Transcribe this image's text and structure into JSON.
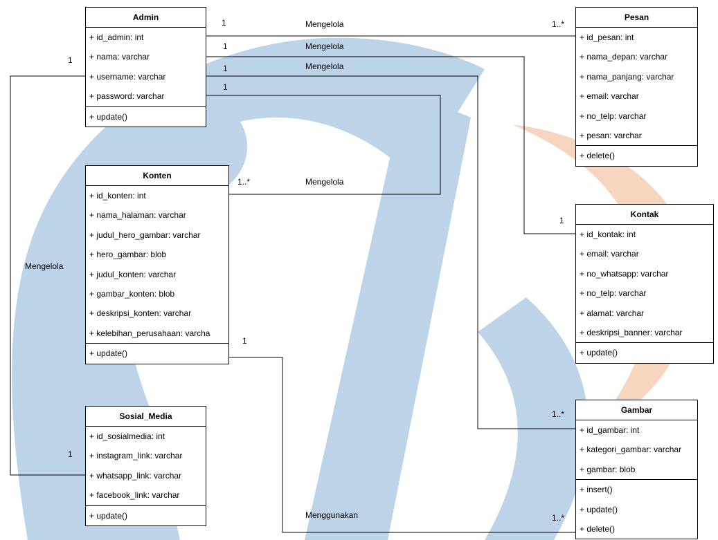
{
  "classes": {
    "admin": {
      "name": "Admin",
      "attributes": [
        "+ id_admin: int",
        "+ nama: varchar",
        "+ username: varchar",
        "+ password: varchar"
      ],
      "methods": [
        "+ update()"
      ]
    },
    "pesan": {
      "name": "Pesan",
      "attributes": [
        "+ id_pesan: int",
        "+ nama_depan: varchar",
        "+ nama_panjang: varchar",
        "+ email: varchar",
        "+ no_telp: varchar",
        "+ pesan: varchar"
      ],
      "methods": [
        "+ delete()"
      ]
    },
    "konten": {
      "name": "Konten",
      "attributes": [
        "+ id_konten: int",
        "+ nama_halaman: varchar",
        "+ judul_hero_gambar: varchar",
        "+ hero_gambar: blob",
        "+ judul_konten: varchar",
        "+ gambar_konten: blob",
        "+ deskripsi_konten: varchar",
        "+ kelebihan_perusahaan: varcha"
      ],
      "methods": [
        "+ update()"
      ]
    },
    "kontak": {
      "name": "Kontak",
      "attributes": [
        "+ id_kontak: int",
        "+ email: varchar",
        "+ no_whatsapp: varchar",
        "+ no_telp: varchar",
        "+ alamat: varchar",
        "+ deskripsi_banner: varchar"
      ],
      "methods": [
        "+ update()"
      ]
    },
    "sosial_media": {
      "name": "Sosial_Media",
      "attributes": [
        "+ id_sosialmedia: int",
        "+ instagram_link: varchar",
        "+ whatsapp_link: varchar",
        "+ facebook_link: varchar"
      ],
      "methods": [
        "+ update()"
      ]
    },
    "gambar": {
      "name": "Gambar",
      "attributes": [
        "+ id_gambar: int",
        "+ kategori_gambar: varchar",
        "+ gambar: blob"
      ],
      "methods": [
        "+ insert()",
        "+ update()",
        "+ delete()"
      ]
    }
  },
  "associations": {
    "admin_pesan": {
      "label": "Mengelola",
      "source_mult": "1",
      "target_mult": "1..*"
    },
    "admin_kontak": {
      "label": "Mengelola",
      "source_mult": "1",
      "target_mult": "1"
    },
    "admin_gambar": {
      "label": "Mengelola",
      "source_mult": "1",
      "target_mult": "1..*"
    },
    "admin_konten": {
      "label": "Mengelola",
      "source_mult": "1",
      "target_mult": "1..*"
    },
    "admin_sosial": {
      "label": "Mengelola",
      "source_mult": "1",
      "target_mult": "1"
    },
    "konten_gambar": {
      "label": "Menggunakan",
      "source_mult": "1",
      "target_mult": "1..*"
    }
  },
  "colors": {
    "watermark_blue": "#bdd3e8",
    "watermark_orange": "#f7d6c0",
    "line": "#000000"
  }
}
